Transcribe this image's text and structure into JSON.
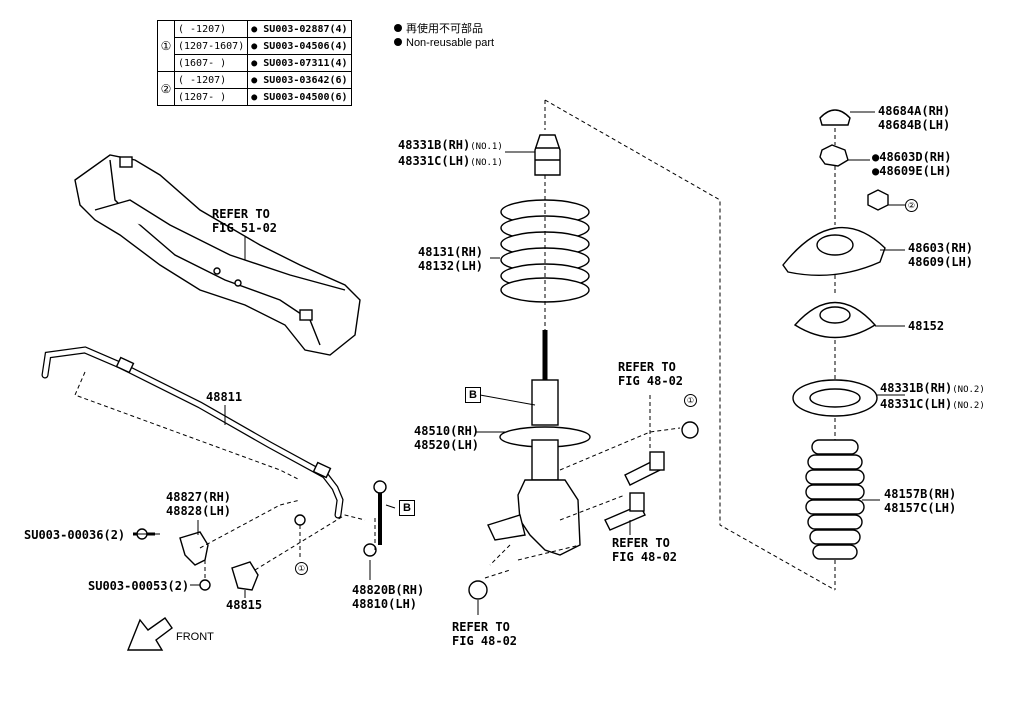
{
  "spec_table": {
    "groups": [
      {
        "marker": "①",
        "rows": [
          {
            "range": "(      -1207)",
            "part": "● SU003-02887(4)"
          },
          {
            "range": "(1207-1607)",
            "part": "● SU003-04506(4)"
          },
          {
            "range": "(1607-      )",
            "part": "● SU003-07311(4)"
          }
        ]
      },
      {
        "marker": "②",
        "rows": [
          {
            "range": "(      -1207)",
            "part": "● SU003-03642(6)"
          },
          {
            "range": "(1207-      )",
            "part": "● SU003-04500(6)"
          }
        ]
      }
    ]
  },
  "legend": {
    "line1": "再使用不可部品",
    "line2": "Non-reusable part"
  },
  "labels": {
    "crossmember_ref": "REFER TO",
    "crossmember_fig": "FIG 51-02",
    "stabilizer": "48811",
    "bracket_rh": "48827(RH)",
    "bracket_lh": "48828(LH)",
    "bolt": "SU003-00036(2)",
    "nut": "SU003-00053(2)",
    "bushing": "48815",
    "link_rh": "48820B(RH)",
    "link_lh": "48810(LH)",
    "bumper_rh": "48331B(RH)",
    "bumper_rh_no": "(NO.1)",
    "bumper_lh": "48331C(LH)",
    "bumper_lh_no": "(NO.1)",
    "spring_rh": "48131(RH)",
    "spring_lh": "48132(LH)",
    "strut_rh": "48510(RH)",
    "strut_lh": "48520(LH)",
    "ref1_a": "REFER TO",
    "ref1_b": "FIG 48-02",
    "ref2_a": "REFER TO",
    "ref2_b": "FIG 48-02",
    "ref3_a": "REFER TO",
    "ref3_b": "FIG 48-02",
    "cap_rh": "48684A(RH)",
    "cap_lh": "48684B(LH)",
    "topnut_rh": "●48603D(RH)",
    "topnut_lh": "●48609E(LH)",
    "support_rh": "48603(RH)",
    "support_lh": "48609(LH)",
    "seat": "48152",
    "insulator_rh": "48331B(RH)",
    "insulator_rh_no": "(NO.2)",
    "insulator_lh": "48331C(LH)",
    "insulator_lh_no": "(NO.2)",
    "boot_rh": "48157B(RH)",
    "boot_lh": "48157C(LH)",
    "box_b": "B",
    "circle_1": "①",
    "circle_2": "②",
    "front": "FRONT"
  }
}
